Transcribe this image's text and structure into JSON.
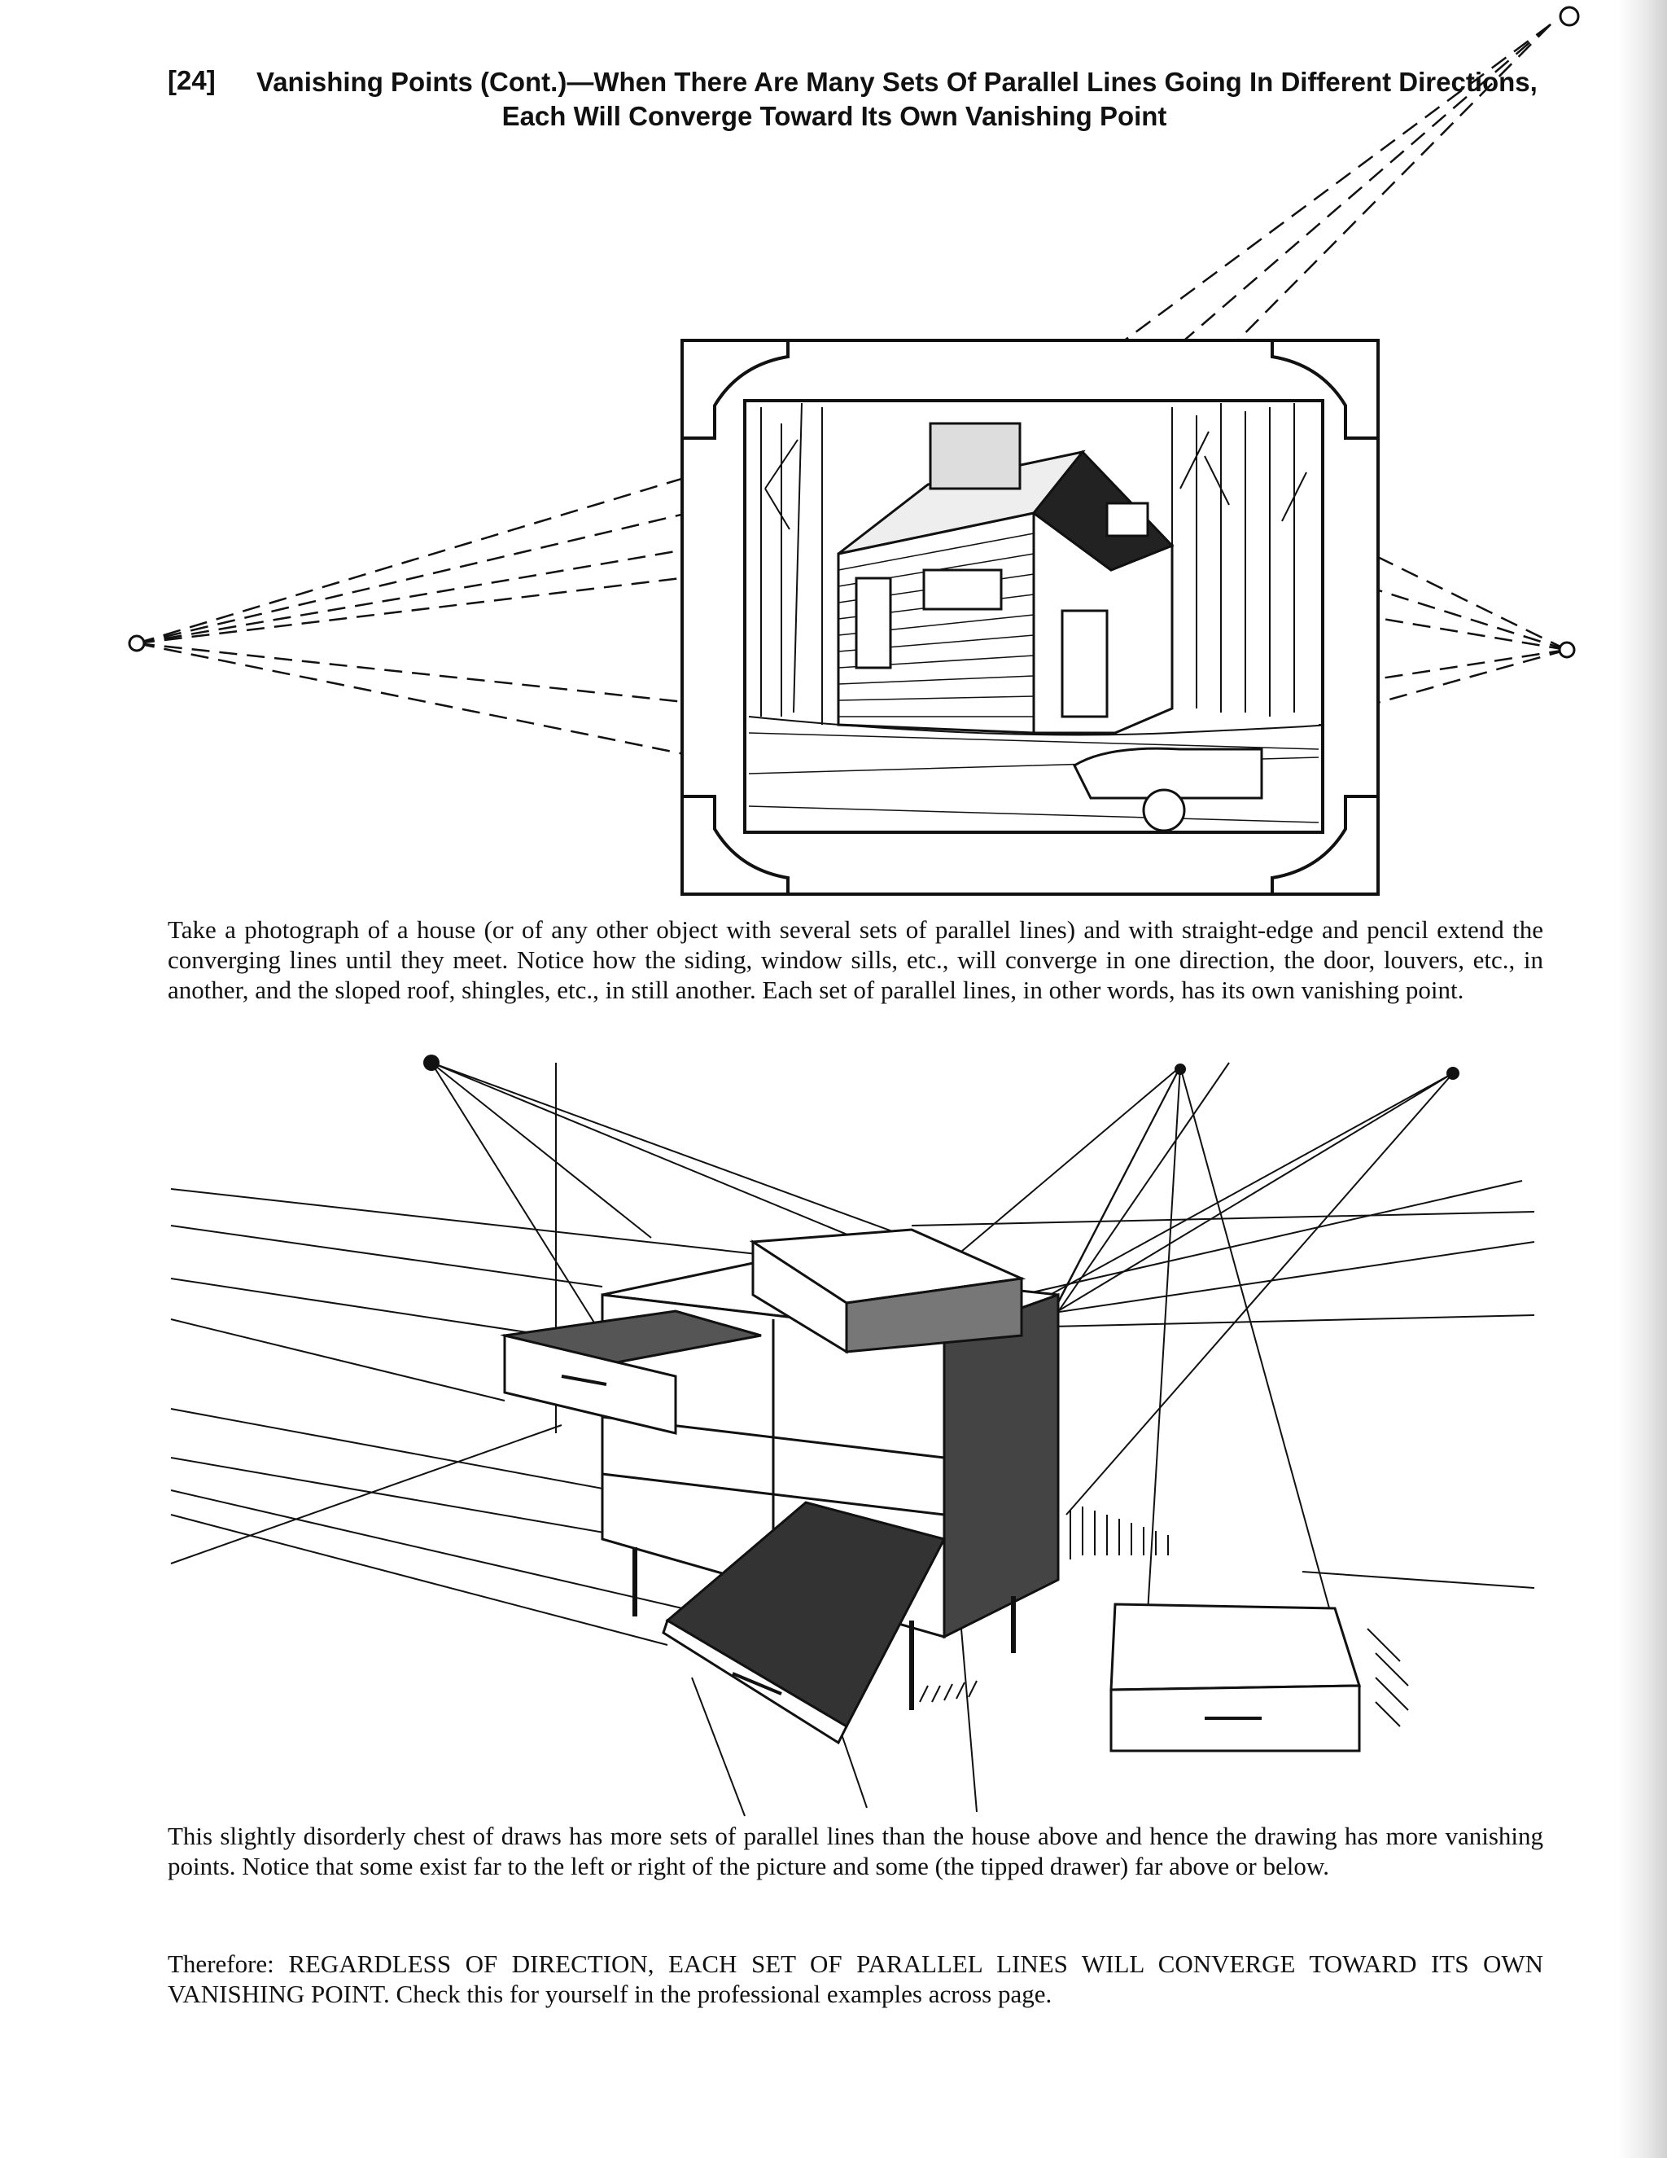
{
  "header": {
    "page_number": "[24]",
    "title_line1": "Vanishing Points (Cont.)—When There Are Many Sets Of Parallel Lines Going In Different Directions,",
    "title_line2": "Each Will Converge Toward Its Own Vanishing Point"
  },
  "figures": {
    "house": {
      "icon": "house-photo-illustration"
    },
    "chest": {
      "icon": "chest-of-drawers-illustration"
    }
  },
  "captions": {
    "house": "Take a photograph of a house (or of any other object with several sets of parallel lines) and with straight-edge and pencil extend the converging lines until they meet. Notice how the siding, window sills, etc., will converge in one direction, the door, louvers, etc., in another, and the sloped roof, shingles, etc., in still another. Each set of parallel lines, in other words, has its own vanishing point.",
    "chest": "This slightly disorderly chest of draws has more sets of parallel lines than the house above and hence the drawing has more vanishing points. Notice that some exist far to the left or right of the picture and some (the tipped drawer) far above or below.",
    "conclusion_lead": "Therefore: ",
    "conclusion_caps": "REGARDLESS OF DIRECTION, EACH SET OF PARALLEL LINES WILL CONVERGE TOWARD ITS OWN VANISHING POINT.",
    "conclusion_tail": " Check this for yourself in the professional examples across page."
  }
}
